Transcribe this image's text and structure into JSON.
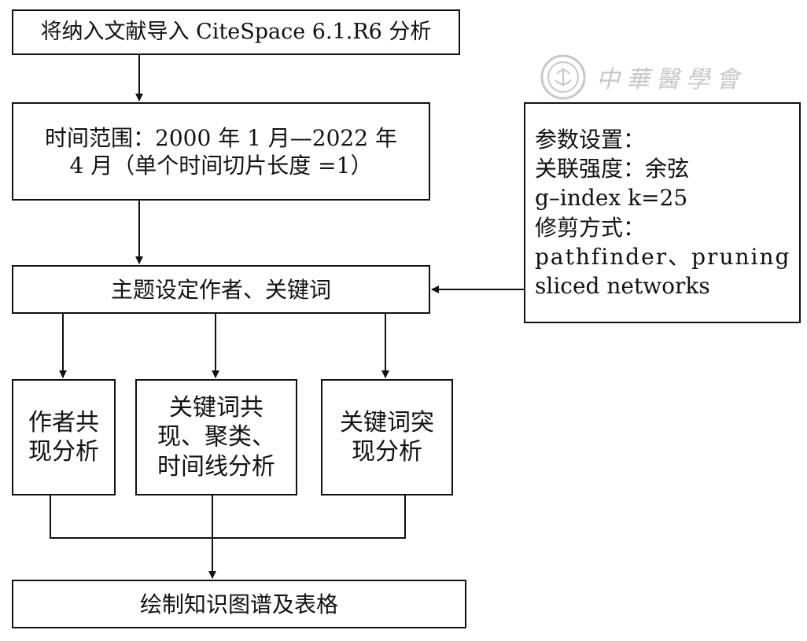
{
  "diagram": {
    "import_box": "将纳入文献导入 CiteSpace 6.1.R6 分析",
    "time_box": {
      "line1": "时间范围：2000 年 1 月—2022 年",
      "line2": "4 月（单个时间切片长度 =1）"
    },
    "theme_box": "主题设定作者、关键词",
    "params_box": {
      "line1": "参数设置：",
      "line2": "关联强度：余弦",
      "line3": "g–index k=25",
      "line4": "修剪方式：",
      "line5": "pathfinder、pruning",
      "line6": "sliced networks"
    },
    "author_box": {
      "line1": "作者共",
      "line2": "现分析"
    },
    "cooccurrence_box": {
      "line1": "关键词共",
      "line2": "现、聚类、",
      "line3": "时间线分析"
    },
    "burst_box": {
      "line1": "关键词突",
      "line2": "现分析"
    },
    "final_box": "绘制知识图谱及表格"
  },
  "watermark": {
    "text": "中華醫學會",
    "color": "#c8c8c8",
    "icon": "society-seal-icon"
  }
}
